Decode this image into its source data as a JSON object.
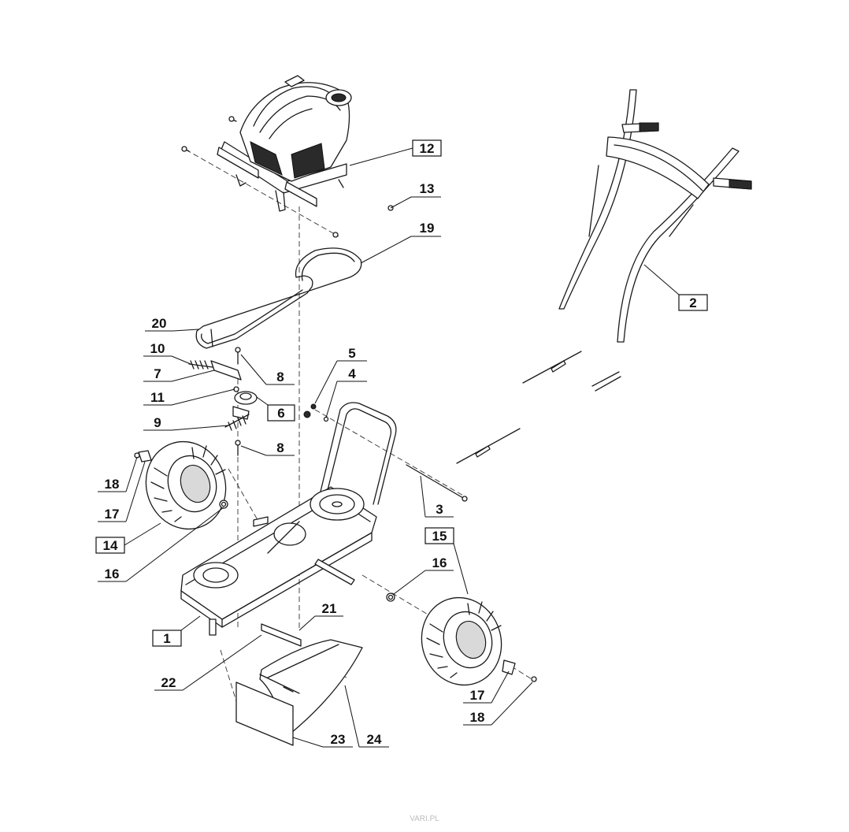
{
  "diagram": {
    "callouts": [
      {
        "id": "c12",
        "number": "12",
        "boxed": true
      },
      {
        "id": "c13",
        "number": "13",
        "boxed": false
      },
      {
        "id": "c19",
        "number": "19",
        "boxed": false
      },
      {
        "id": "c2",
        "number": "2",
        "boxed": true
      },
      {
        "id": "c20",
        "number": "20",
        "boxed": false
      },
      {
        "id": "c10",
        "number": "10",
        "boxed": false
      },
      {
        "id": "c7",
        "number": "7",
        "boxed": false
      },
      {
        "id": "c8a",
        "number": "8",
        "boxed": false
      },
      {
        "id": "c5",
        "number": "5",
        "boxed": false
      },
      {
        "id": "c4",
        "number": "4",
        "boxed": false
      },
      {
        "id": "c11",
        "number": "11",
        "boxed": false
      },
      {
        "id": "c6",
        "number": "6",
        "boxed": true
      },
      {
        "id": "c9",
        "number": "9",
        "boxed": false
      },
      {
        "id": "c8b",
        "number": "8",
        "boxed": false
      },
      {
        "id": "c18a",
        "number": "18",
        "boxed": false
      },
      {
        "id": "c17a",
        "number": "17",
        "boxed": false
      },
      {
        "id": "c14",
        "number": "14",
        "boxed": true
      },
      {
        "id": "c16a",
        "number": "16",
        "boxed": false
      },
      {
        "id": "c3",
        "number": "3",
        "boxed": false
      },
      {
        "id": "c15",
        "number": "15",
        "boxed": true
      },
      {
        "id": "c16b",
        "number": "16",
        "boxed": false
      },
      {
        "id": "c1",
        "number": "1",
        "boxed": true
      },
      {
        "id": "c21",
        "number": "21",
        "boxed": false
      },
      {
        "id": "c22",
        "number": "22",
        "boxed": false
      },
      {
        "id": "c17b",
        "number": "17",
        "boxed": false
      },
      {
        "id": "c18b",
        "number": "18",
        "boxed": false
      },
      {
        "id": "c23",
        "number": "23",
        "boxed": false
      },
      {
        "id": "c24",
        "number": "24",
        "boxed": false
      }
    ]
  },
  "watermark": "VARI.PL"
}
